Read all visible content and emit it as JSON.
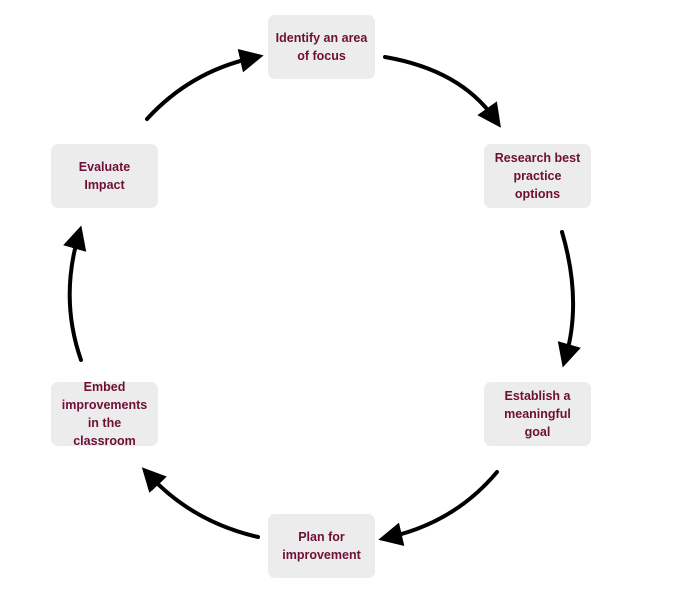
{
  "diagram": {
    "type": "cycle",
    "nodes": [
      {
        "id": "identify-area-of-focus",
        "label": "Identify an area\nof focus"
      },
      {
        "id": "research-best-practice",
        "label": "Research best\npractice options"
      },
      {
        "id": "establish-goal",
        "label": "Establish a\nmeaningful goal"
      },
      {
        "id": "plan-for-improvement",
        "label": "Plan for\nimprovement"
      },
      {
        "id": "embed-improvements",
        "label": "Embed\nimprovements\nin the classroom"
      },
      {
        "id": "evaluate-impact",
        "label": "Evaluate Impact"
      }
    ],
    "edges": [
      {
        "from": "identify-area-of-focus",
        "to": "research-best-practice"
      },
      {
        "from": "research-best-practice",
        "to": "establish-goal"
      },
      {
        "from": "establish-goal",
        "to": "plan-for-improvement"
      },
      {
        "from": "plan-for-improvement",
        "to": "embed-improvements"
      },
      {
        "from": "embed-improvements",
        "to": "evaluate-impact"
      },
      {
        "from": "evaluate-impact",
        "to": "identify-area-of-focus"
      }
    ],
    "colors": {
      "node_fill": "#ececec",
      "label_text": "#6e0f35",
      "arrow": "#000000"
    }
  }
}
